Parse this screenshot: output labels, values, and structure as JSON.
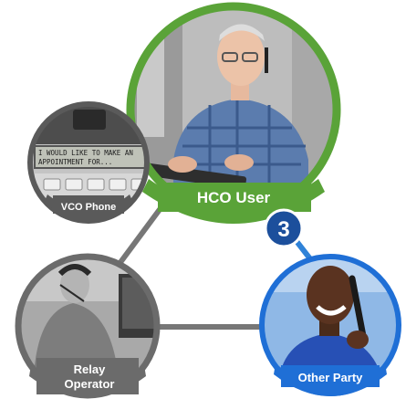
{
  "nodes": {
    "hco_user": {
      "label": "HCO User",
      "ring_color": "#5aa338"
    },
    "vco_phone": {
      "label": "VCO Phone",
      "ring_color": "#5a5a5a",
      "display_line1": "I WOULD LIKE TO MAKE AN",
      "display_line2": "APPOINTMENT FOR..."
    },
    "relay_operator": {
      "label_line1": "Relay",
      "label_line2": "Operator",
      "ring_color": "#6b6b6b"
    },
    "other_party": {
      "label": "Other Party",
      "ring_color": "#1f6fd6"
    }
  },
  "step_badge": {
    "number": "3",
    "color": "#1c4f9c"
  },
  "connector_colors": {
    "gray": "#777777",
    "blue": "#2f82d8"
  }
}
